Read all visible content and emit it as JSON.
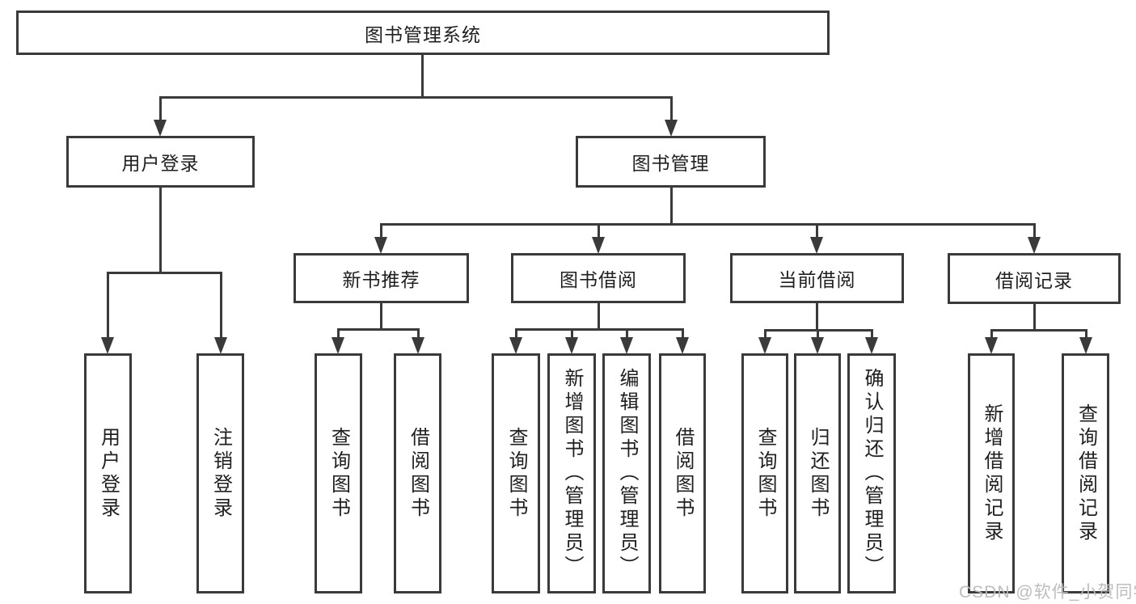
{
  "diagram": {
    "type": "hierarchy-tree",
    "title": "图书管理系统",
    "watermark": "CSDN @软件_小贺同学",
    "colors": {
      "line": "#3a3a3a",
      "box_border": "#3a3a3a",
      "box_fill": "#ffffff",
      "text": "#1f1f1f",
      "watermark": "#b9b9b9",
      "background": "#ffffff"
    },
    "boxes": {
      "root": "图书管理系统",
      "user_login": "用户登录",
      "book_mgmt": "图书管理",
      "new_book_rec": "新书推荐",
      "book_borrow": "图书借阅",
      "current_borrow": "当前借阅",
      "borrow_records": "借阅记录",
      "leaf_user_login": "用户登录",
      "leaf_logout": "注销登录",
      "leaf_nbr_query": "查询图书",
      "leaf_nbr_borrow": "借阅图书",
      "leaf_bb_query": "查询图书",
      "leaf_bb_add": "新增图书（管理员）",
      "leaf_bb_edit": "编辑图书（管理员）",
      "leaf_bb_borrow": "借阅图书",
      "leaf_cb_query": "查询图书",
      "leaf_cb_return": "归还图书",
      "leaf_cb_confirm": "确认归还（管理员）",
      "leaf_br_add": "新增借阅记录",
      "leaf_br_query": "查询借阅记录"
    },
    "hierarchy": [
      {
        "parent": "图书管理系统",
        "children": [
          "用户登录",
          "图书管理"
        ]
      },
      {
        "parent": "用户登录",
        "children": [
          "用户登录",
          "注销登录"
        ]
      },
      {
        "parent": "图书管理",
        "children": [
          "新书推荐",
          "图书借阅",
          "当前借阅",
          "借阅记录"
        ]
      },
      {
        "parent": "新书推荐",
        "children": [
          "查询图书",
          "借阅图书"
        ]
      },
      {
        "parent": "图书借阅",
        "children": [
          "查询图书",
          "新增图书（管理员）",
          "编辑图书（管理员）",
          "借阅图书"
        ]
      },
      {
        "parent": "当前借阅",
        "children": [
          "查询图书",
          "归还图书",
          "确认归还（管理员）"
        ]
      },
      {
        "parent": "借阅记录",
        "children": [
          "新增借阅记录",
          "查询借阅记录"
        ]
      }
    ]
  }
}
